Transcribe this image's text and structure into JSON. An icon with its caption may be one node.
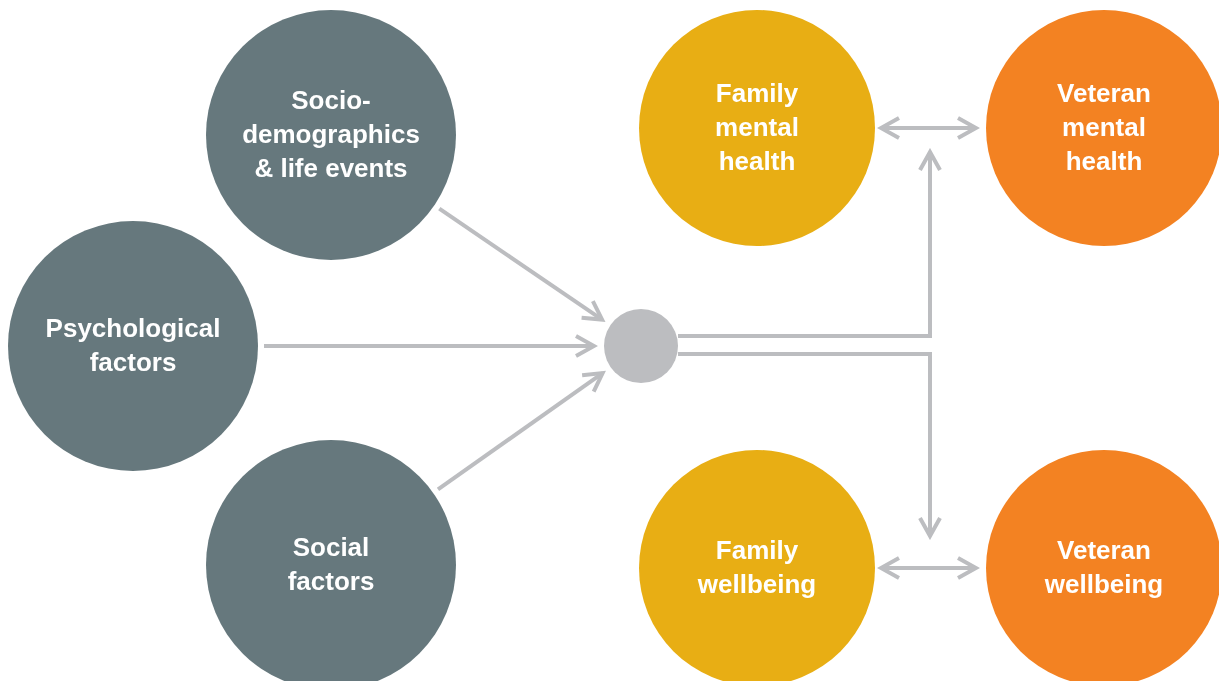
{
  "diagram": {
    "nodes": [
      {
        "text": [
          "Socio-demographics & life events"
        ]
      },
      {
        "text": [
          "Psychological factors"
        ]
      },
      {
        "text": [
          "Social factors"
        ]
      },
      {
        "text": [],
        "shape": "circle"
      },
      {
        "text": [
          "Family mental health"
        ]
      },
      {
        "text": [
          "Veteran mental health"
        ]
      },
      {
        "text": [
          "Family wellbeing"
        ]
      },
      {
        "text": [
          "Veteran wellbeing"
        ]
      }
    ],
    "edges": [
      {
        "from": 0,
        "to": 3,
        "arrow": "to"
      },
      {
        "from": 1,
        "to": 3,
        "arrow": "to"
      },
      {
        "from": 2,
        "to": 3,
        "arrow": "to"
      },
      {
        "from": 3,
        "to": null,
        "arrow": "to"
      },
      {
        "from": 3,
        "to": null,
        "arrow": "to"
      },
      {
        "from": 4,
        "to": 5,
        "arrow": "both"
      },
      {
        "from": 6,
        "to": 7,
        "arrow": "both"
      }
    ]
  }
}
